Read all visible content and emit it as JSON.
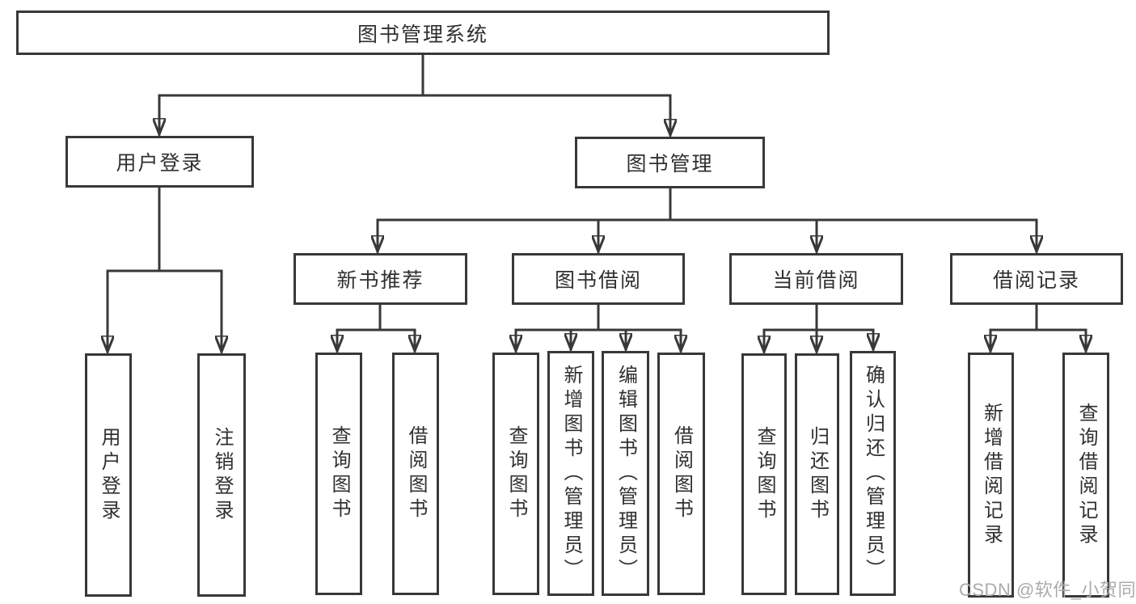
{
  "colors": {
    "line": "#383838",
    "text": "#303030",
    "background": "#ffffff",
    "watermark": "#ababab"
  },
  "watermark": {
    "text": "CSDN @软件_小贺同学"
  },
  "diagram": {
    "root": {
      "label": "图书管理系统"
    },
    "user_login": {
      "label": "用户登录",
      "children": {
        "login": {
          "label": "用户登录"
        },
        "logout": {
          "label": "注销登录"
        }
      }
    },
    "book_management": {
      "label": "图书管理",
      "children": {
        "new_book_recommend": {
          "label": "新书推荐",
          "children": {
            "query_books": {
              "label": "查询图书"
            },
            "borrow_books": {
              "label": "借阅图书"
            }
          }
        },
        "book_borrow": {
          "label": "图书借阅",
          "children": {
            "query_books": {
              "label": "查询图书"
            },
            "add_books": {
              "label": "新增图书（管理员）"
            },
            "edit_books": {
              "label": "编辑图书（管理员）"
            },
            "borrow_books": {
              "label": "借阅图书"
            }
          }
        },
        "current_borrow": {
          "label": "当前借阅",
          "children": {
            "query_books": {
              "label": "查询图书"
            },
            "return_books": {
              "label": "归还图书"
            },
            "confirm_return": {
              "label": "确认归还（管理员）"
            }
          }
        },
        "borrow_records": {
          "label": "借阅记录",
          "children": {
            "add_borrow_record": {
              "label": "新增借阅记录"
            },
            "query_borrow_record": {
              "label": "查询借阅记录"
            }
          }
        }
      }
    }
  }
}
